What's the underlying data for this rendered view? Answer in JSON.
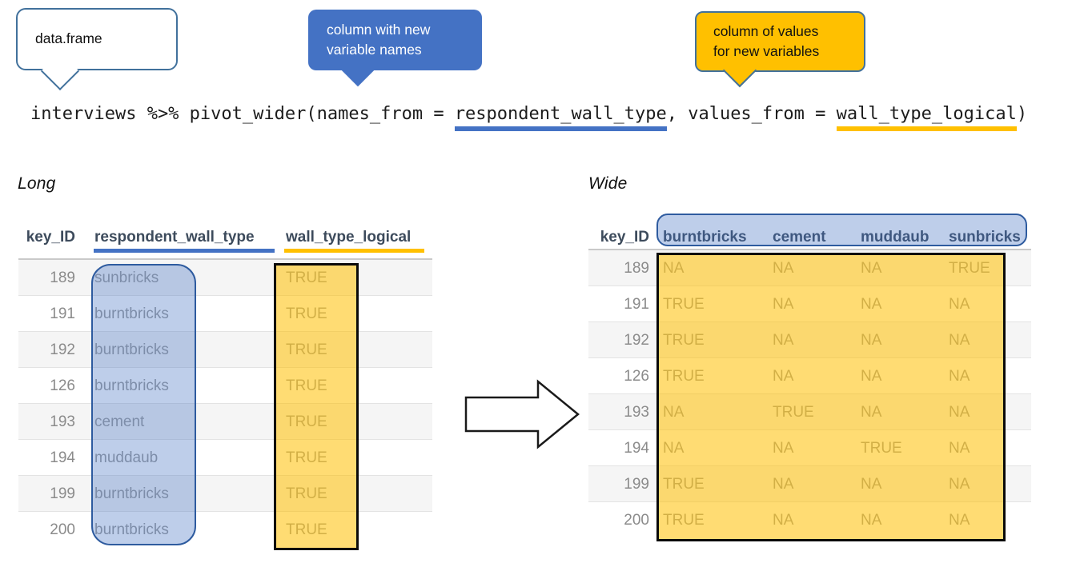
{
  "callouts": {
    "dataframe": {
      "label": "data.frame"
    },
    "names_from": {
      "line1": "column with new",
      "line2": "variable names"
    },
    "values_from": {
      "line1": "column of values",
      "line2": "for new variables"
    }
  },
  "code": {
    "prefix": "interviews %>% pivot_wider(names_from = ",
    "names_arg": "respondent_wall_type",
    "separator": ", values_from = ",
    "values_arg": "wall_type_logical",
    "suffix": ")"
  },
  "colors": {
    "accent_blue": "#4472C4",
    "accent_orange": "#FFC000",
    "callout_border_blue": "#41719C",
    "highlight_blue_border": "#2e5b9f",
    "highlight_black_border": "#0a0a0a"
  },
  "long_table": {
    "label": "Long",
    "columns": {
      "c1": "key_ID",
      "c2": "respondent_wall_type",
      "c3": "wall_type_logical"
    },
    "rows": [
      {
        "key_ID": "189",
        "respondent_wall_type": "sunbricks",
        "wall_type_logical": "TRUE"
      },
      {
        "key_ID": "191",
        "respondent_wall_type": "burntbricks",
        "wall_type_logical": "TRUE"
      },
      {
        "key_ID": "192",
        "respondent_wall_type": "burntbricks",
        "wall_type_logical": "TRUE"
      },
      {
        "key_ID": "126",
        "respondent_wall_type": "burntbricks",
        "wall_type_logical": "TRUE"
      },
      {
        "key_ID": "193",
        "respondent_wall_type": "cement",
        "wall_type_logical": "TRUE"
      },
      {
        "key_ID": "194",
        "respondent_wall_type": "muddaub",
        "wall_type_logical": "TRUE"
      },
      {
        "key_ID": "199",
        "respondent_wall_type": "burntbricks",
        "wall_type_logical": "TRUE"
      },
      {
        "key_ID": "200",
        "respondent_wall_type": "burntbricks",
        "wall_type_logical": "TRUE"
      }
    ]
  },
  "wide_table": {
    "label": "Wide",
    "columns": {
      "c1": "key_ID",
      "c2": "burntbricks",
      "c3": "cement",
      "c4": "muddaub",
      "c5": "sunbricks"
    },
    "rows": [
      {
        "key_ID": "189",
        "burntbricks": "NA",
        "cement": "NA",
        "muddaub": "NA",
        "sunbricks": "TRUE"
      },
      {
        "key_ID": "191",
        "burntbricks": "TRUE",
        "cement": "NA",
        "muddaub": "NA",
        "sunbricks": "NA"
      },
      {
        "key_ID": "192",
        "burntbricks": "TRUE",
        "cement": "NA",
        "muddaub": "NA",
        "sunbricks": "NA"
      },
      {
        "key_ID": "126",
        "burntbricks": "TRUE",
        "cement": "NA",
        "muddaub": "NA",
        "sunbricks": "NA"
      },
      {
        "key_ID": "193",
        "burntbricks": "NA",
        "cement": "TRUE",
        "muddaub": "NA",
        "sunbricks": "NA"
      },
      {
        "key_ID": "194",
        "burntbricks": "NA",
        "cement": "NA",
        "muddaub": "TRUE",
        "sunbricks": "NA"
      },
      {
        "key_ID": "199",
        "burntbricks": "TRUE",
        "cement": "NA",
        "muddaub": "NA",
        "sunbricks": "NA"
      },
      {
        "key_ID": "200",
        "burntbricks": "TRUE",
        "cement": "NA",
        "muddaub": "NA",
        "sunbricks": "NA"
      }
    ]
  }
}
